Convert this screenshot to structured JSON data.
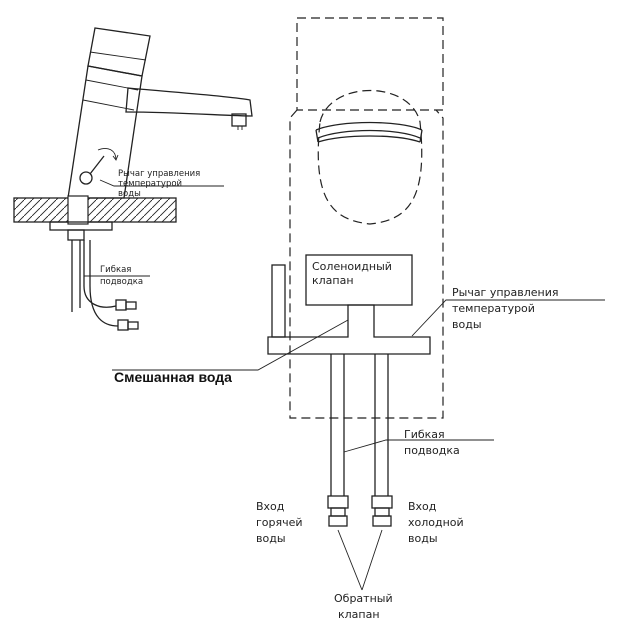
{
  "labels": {
    "solenoid_1": "Соленоидный",
    "solenoid_2": "клапан",
    "lever_1": "Рычаг управления",
    "lever_2": "температурой",
    "lever_3": "воды",
    "mixed": "Смешанная вода",
    "hose_1": "Гибкая",
    "hose_2": "подводка",
    "hot_1": "Вход",
    "hot_2": "горячей",
    "hot_3": "воды",
    "cold_1": "Вход",
    "cold_2": "холодной",
    "cold_3": "воды",
    "check_1": "Обратный",
    "check_2": "клапан",
    "small_lever_1": "Рычаг управления",
    "small_lever_2": "температурой",
    "small_lever_3": "воды",
    "small_hose_1": "Гибкая",
    "small_hose_2": "подводка"
  }
}
